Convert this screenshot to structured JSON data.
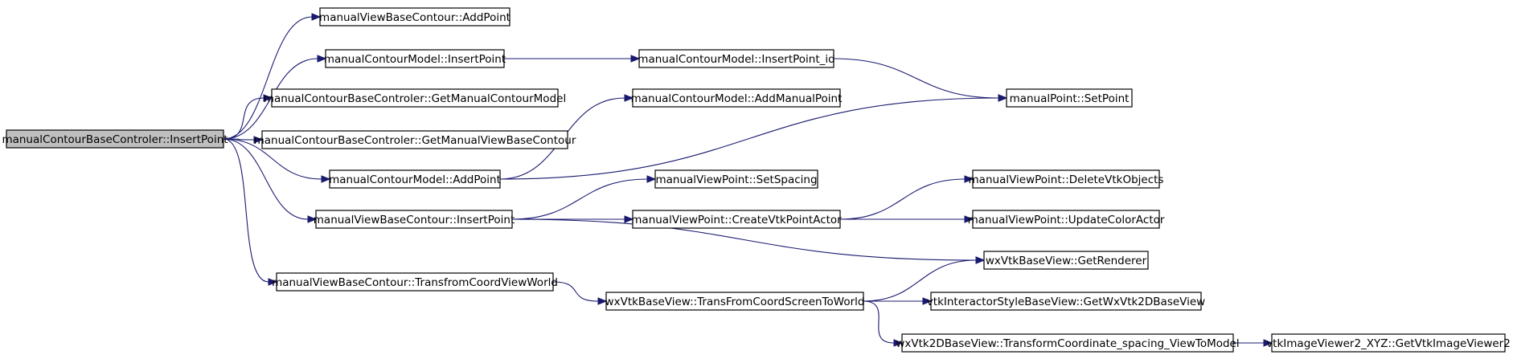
{
  "nodes": [
    {
      "id": "root",
      "label": "manualContourBaseControler::InsertPoint",
      "root": true
    },
    {
      "id": "vbc_addpoint",
      "label": "manualViewBaseContour::AddPoint"
    },
    {
      "id": "mcm_insertpoint",
      "label": "manualContourModel::InsertPoint"
    },
    {
      "id": "mcm_insertpoint_id",
      "label": "manualContourModel::InsertPoint_id"
    },
    {
      "id": "mcbc_getmodel",
      "label": "manualContourBaseControler::GetManualContourModel"
    },
    {
      "id": "mcm_addmanualpoint",
      "label": "manualContourModel::AddManualPoint"
    },
    {
      "id": "mp_setpoint",
      "label": "manualPoint::SetPoint"
    },
    {
      "id": "mcbc_getview",
      "label": "manualContourBaseControler::GetManualViewBaseContour"
    },
    {
      "id": "mcm_addpoint",
      "label": "manualContourModel::AddPoint"
    },
    {
      "id": "mvp_setspacing",
      "label": "manualViewPoint::SetSpacing"
    },
    {
      "id": "mvp_deletevtk",
      "label": "manualViewPoint::DeleteVtkObjects"
    },
    {
      "id": "vbc_insertpoint",
      "label": "manualViewBaseContour::InsertPoint"
    },
    {
      "id": "mvp_createactor",
      "label": "manualViewPoint::CreateVtkPointActor"
    },
    {
      "id": "mvp_updatecolor",
      "label": "manualViewPoint::UpdateColorActor"
    },
    {
      "id": "wx_getrenderer",
      "label": "wxVtkBaseView::GetRenderer"
    },
    {
      "id": "vbc_transfrom",
      "label": "manualViewBaseContour::TransfromCoordViewWorld"
    },
    {
      "id": "wx_transfrom",
      "label": "wxVtkBaseView::TransFromCoordScreenToWorld"
    },
    {
      "id": "vtk_getwx2d",
      "label": "vtkInteractorStyleBaseView::GetWxVtk2DBaseView"
    },
    {
      "id": "wx2d_transform",
      "label": "wxVtk2DBaseView::TransformCoordinate_spacing_ViewToModel"
    },
    {
      "id": "vtk_getviewer",
      "label": "vtkImageViewer2_XYZ::GetVtkImageViewer2"
    }
  ],
  "edges": [
    {
      "from": "root",
      "to": "vbc_addpoint"
    },
    {
      "from": "root",
      "to": "mcm_insertpoint"
    },
    {
      "from": "root",
      "to": "mcbc_getmodel"
    },
    {
      "from": "root",
      "to": "mcbc_getview"
    },
    {
      "from": "root",
      "to": "mcm_addpoint"
    },
    {
      "from": "root",
      "to": "vbc_insertpoint"
    },
    {
      "from": "root",
      "to": "vbc_transfrom"
    },
    {
      "from": "mcm_insertpoint",
      "to": "mcm_insertpoint_id"
    },
    {
      "from": "mcm_insertpoint_id",
      "to": "mp_setpoint"
    },
    {
      "from": "mcm_addpoint",
      "to": "mcm_addmanualpoint"
    },
    {
      "from": "mcm_addpoint",
      "to": "mp_setpoint"
    },
    {
      "from": "vbc_insertpoint",
      "to": "mvp_setspacing"
    },
    {
      "from": "vbc_insertpoint",
      "to": "mvp_createactor"
    },
    {
      "from": "vbc_insertpoint",
      "to": "wx_getrenderer"
    },
    {
      "from": "mvp_createactor",
      "to": "mvp_deletevtk"
    },
    {
      "from": "mvp_createactor",
      "to": "mvp_updatecolor"
    },
    {
      "from": "vbc_transfrom",
      "to": "wx_transfrom"
    },
    {
      "from": "wx_transfrom",
      "to": "wx_getrenderer"
    },
    {
      "from": "wx_transfrom",
      "to": "vtk_getwx2d"
    },
    {
      "from": "wx_transfrom",
      "to": "wx2d_transform"
    },
    {
      "from": "wx2d_transform",
      "to": "vtk_getviewer"
    }
  ],
  "colors": {
    "edge": "#191970",
    "root_fill": "#bfbfbf",
    "node_fill": "#ffffff",
    "node_stroke": "#000000"
  }
}
